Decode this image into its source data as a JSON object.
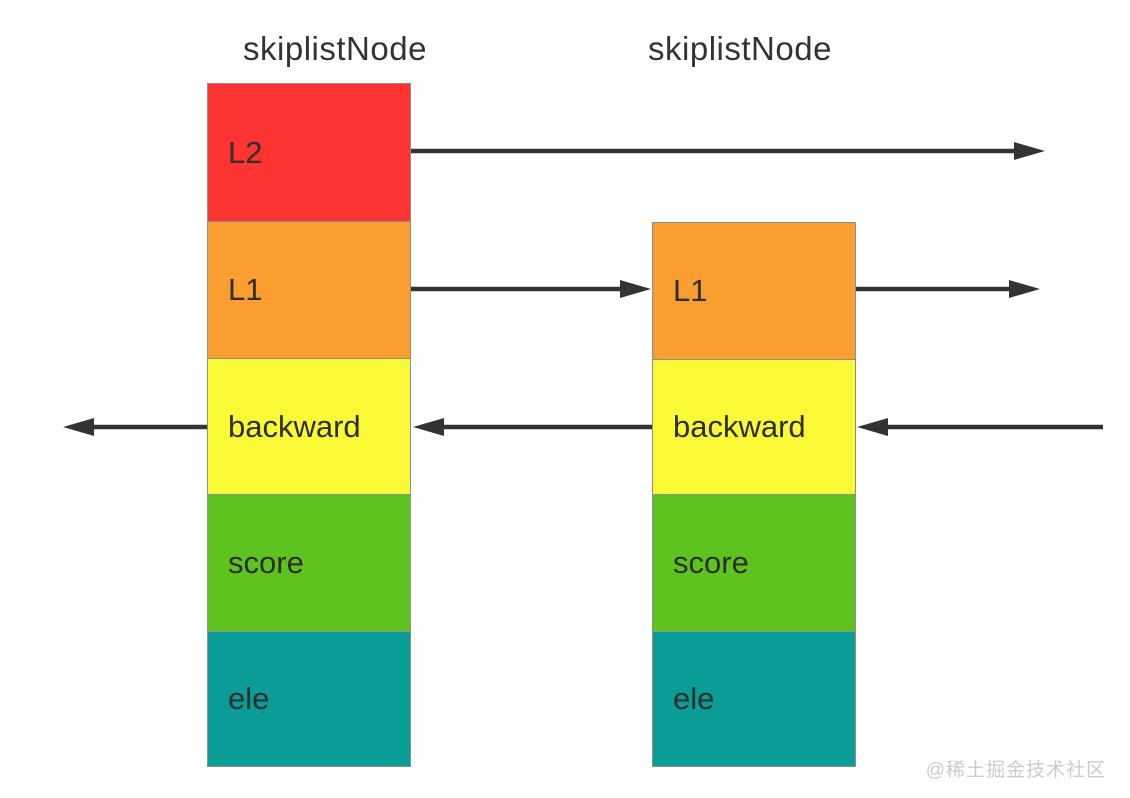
{
  "diagram": {
    "type": "skiplist-node-structure",
    "nodes": [
      {
        "title": "skiplistNode",
        "rows": [
          {
            "label": "L2",
            "color": "#fc3533"
          },
          {
            "label": "L1",
            "color": "#fb9e32"
          },
          {
            "label": "backward",
            "color": "#f9f936"
          },
          {
            "label": "score",
            "color": "#5ec31e"
          },
          {
            "label": "ele",
            "color": "#0a9c96"
          }
        ]
      },
      {
        "title": "skiplistNode",
        "rows": [
          {
            "label": "L1",
            "color": "#fb9e32"
          },
          {
            "label": "backward",
            "color": "#f9f936"
          },
          {
            "label": "score",
            "color": "#5ec31e"
          },
          {
            "label": "ele",
            "color": "#0a9c96"
          }
        ]
      }
    ],
    "arrows": [
      {
        "name": "l2-forward-arrow",
        "from": "node1.L2",
        "direction": "right",
        "to": "off-canvas-right"
      },
      {
        "name": "l1-link-arrow",
        "from": "node1.L1",
        "direction": "right",
        "to": "node2.L1"
      },
      {
        "name": "l1-forward-arrow",
        "from": "node2.L1",
        "direction": "right",
        "to": "off-canvas-right"
      },
      {
        "name": "backward-link-arrow",
        "from": "node2.backward",
        "direction": "left",
        "to": "node1.backward"
      },
      {
        "name": "backward-out-left-arrow",
        "from": "node1.backward",
        "direction": "left",
        "to": "off-canvas-left"
      },
      {
        "name": "backward-in-right-arrow",
        "from": "off-canvas-right",
        "direction": "left",
        "to": "node2.backward"
      }
    ],
    "colors": {
      "arrow": "#333333",
      "border": "#8e8e8e",
      "label_text": "#2e2e2e",
      "title_text": "#333333",
      "background": "#ffffff",
      "watermark_text": "#cbcbcb"
    }
  },
  "watermark": {
    "text": "@稀土掘金技术社区"
  }
}
